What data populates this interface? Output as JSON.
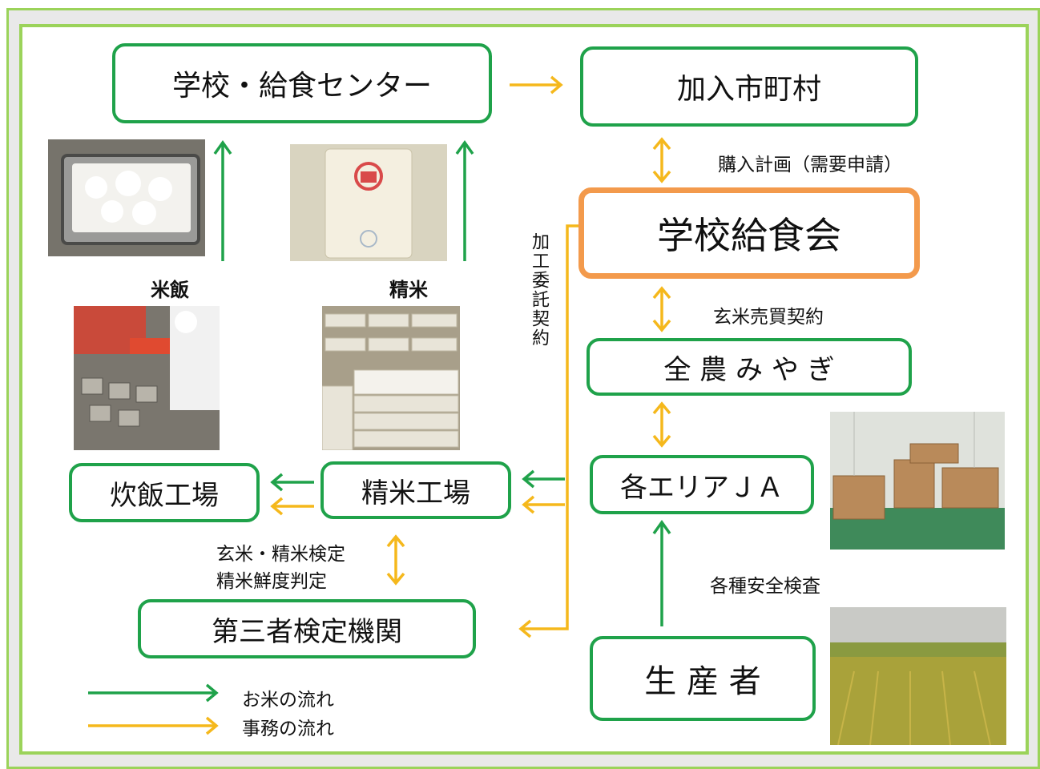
{
  "boxes": {
    "school_center": "学校・給食センター",
    "municipalities": "加入市町村",
    "association": "学校給食会",
    "zennoh": "全 農 み や ぎ",
    "area_ja": "各エリアＪＡ",
    "rice_mill": "精米工場",
    "cooking_plant": "炊飯工場",
    "third_party": "第三者検定機関",
    "producer": "生 産 者"
  },
  "labels": {
    "purchase_plan": "購入計画（需要申請）",
    "brown_rice_contract": "玄米売買契約",
    "processing_contract": "加工委託契約",
    "inspection_line1": "玄米・精米検定",
    "inspection_line2": "精米鮮度判定",
    "safety_inspection": "各種安全検査",
    "cooked_rice": "米飯",
    "polished_rice": "精米"
  },
  "legend": {
    "rice_flow": "お米の流れ",
    "office_flow": "事務の流れ"
  },
  "colors": {
    "green": "#1fa24a",
    "yellow": "#f5b81c",
    "orange": "#f39a4c",
    "frame": "#9bd35a"
  },
  "icons": [
    "cooked-rice-tray-photo",
    "rice-bag-photo",
    "cooking-line-photo",
    "rice-sacks-photo",
    "warehouse-photo",
    "rice-field-photo"
  ]
}
